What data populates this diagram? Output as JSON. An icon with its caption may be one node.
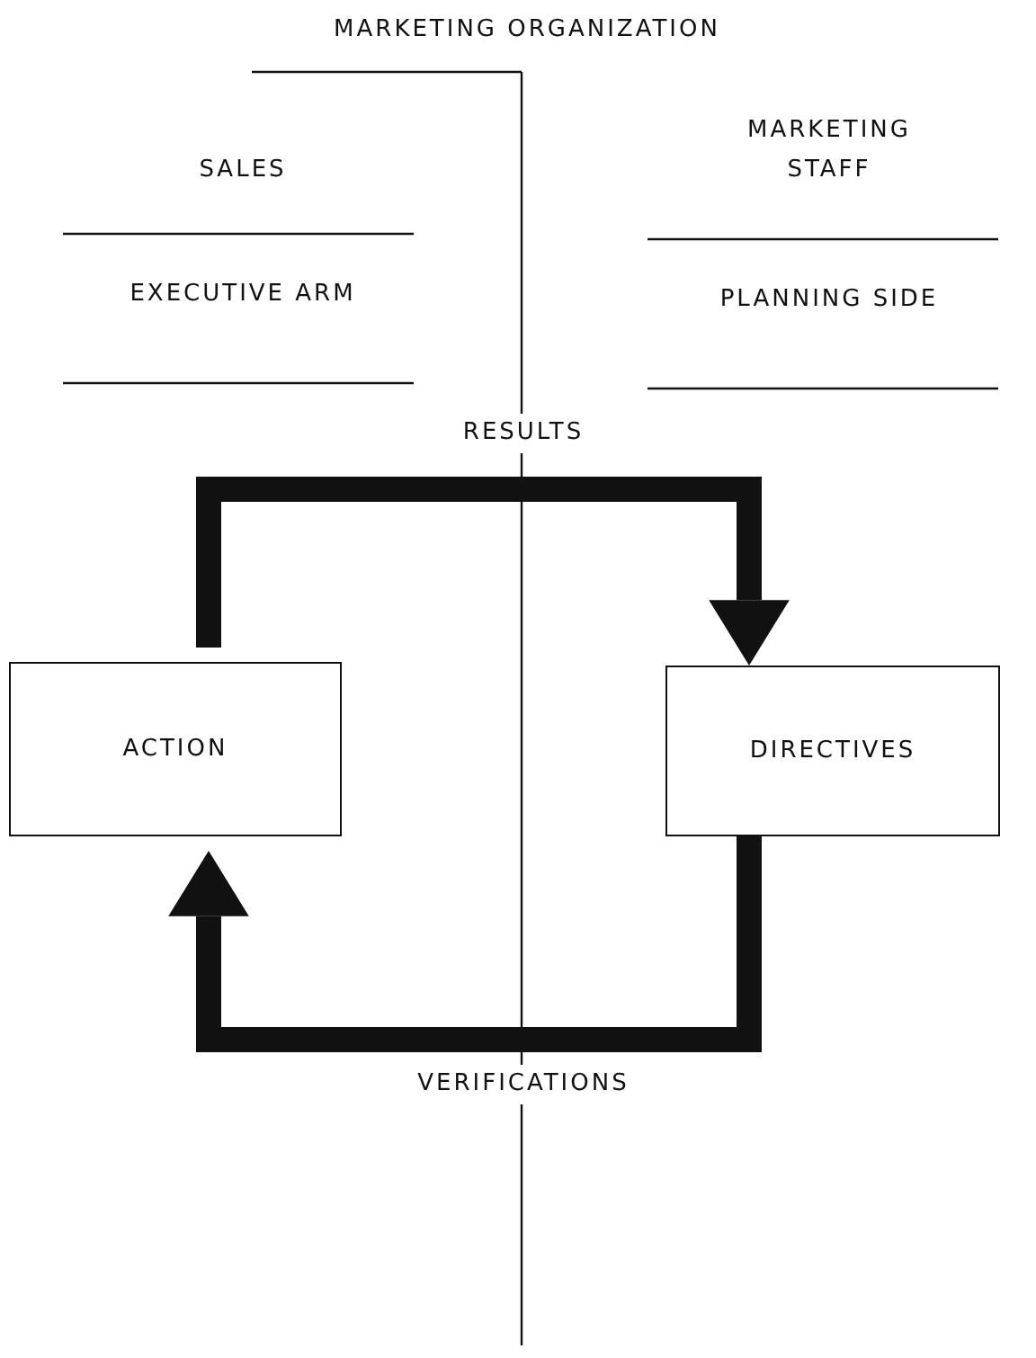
{
  "diagram": {
    "title": "MARKETING ORGANIZATION",
    "nodes": [
      {
        "text": [
          "ACTION"
        ]
      },
      {
        "text": [
          "DIRECTIVES"
        ]
      }
    ],
    "edges": [
      {
        "from": 0,
        "to": 1,
        "arrow": "to",
        "label": "RESULTS"
      },
      {
        "from": 1,
        "to": 0,
        "arrow": "to",
        "label": "VERIFICATIONS"
      }
    ],
    "labels": [
      "SALES",
      "MARKETING STAFF",
      "EXECUTIVE ARM",
      "PLANNING SIDE"
    ]
  }
}
